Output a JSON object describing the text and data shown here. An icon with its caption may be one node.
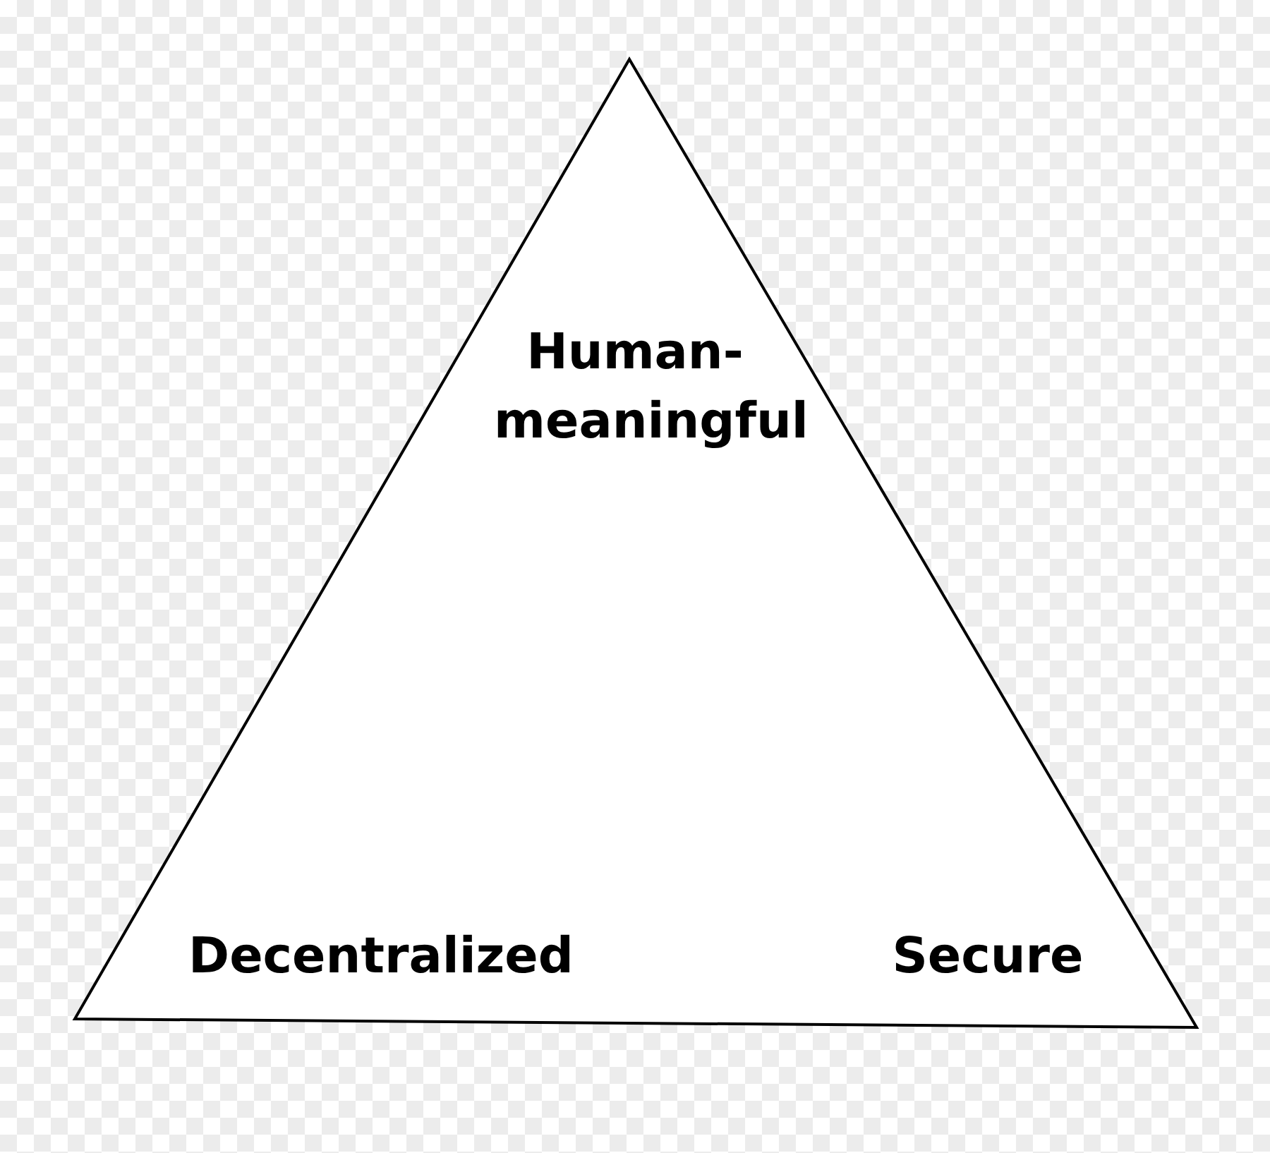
{
  "diagram": {
    "nodes": [
      {
        "text": [
          "Human-meaningful",
          "Decentralized",
          "Secure"
        ]
      }
    ]
  }
}
